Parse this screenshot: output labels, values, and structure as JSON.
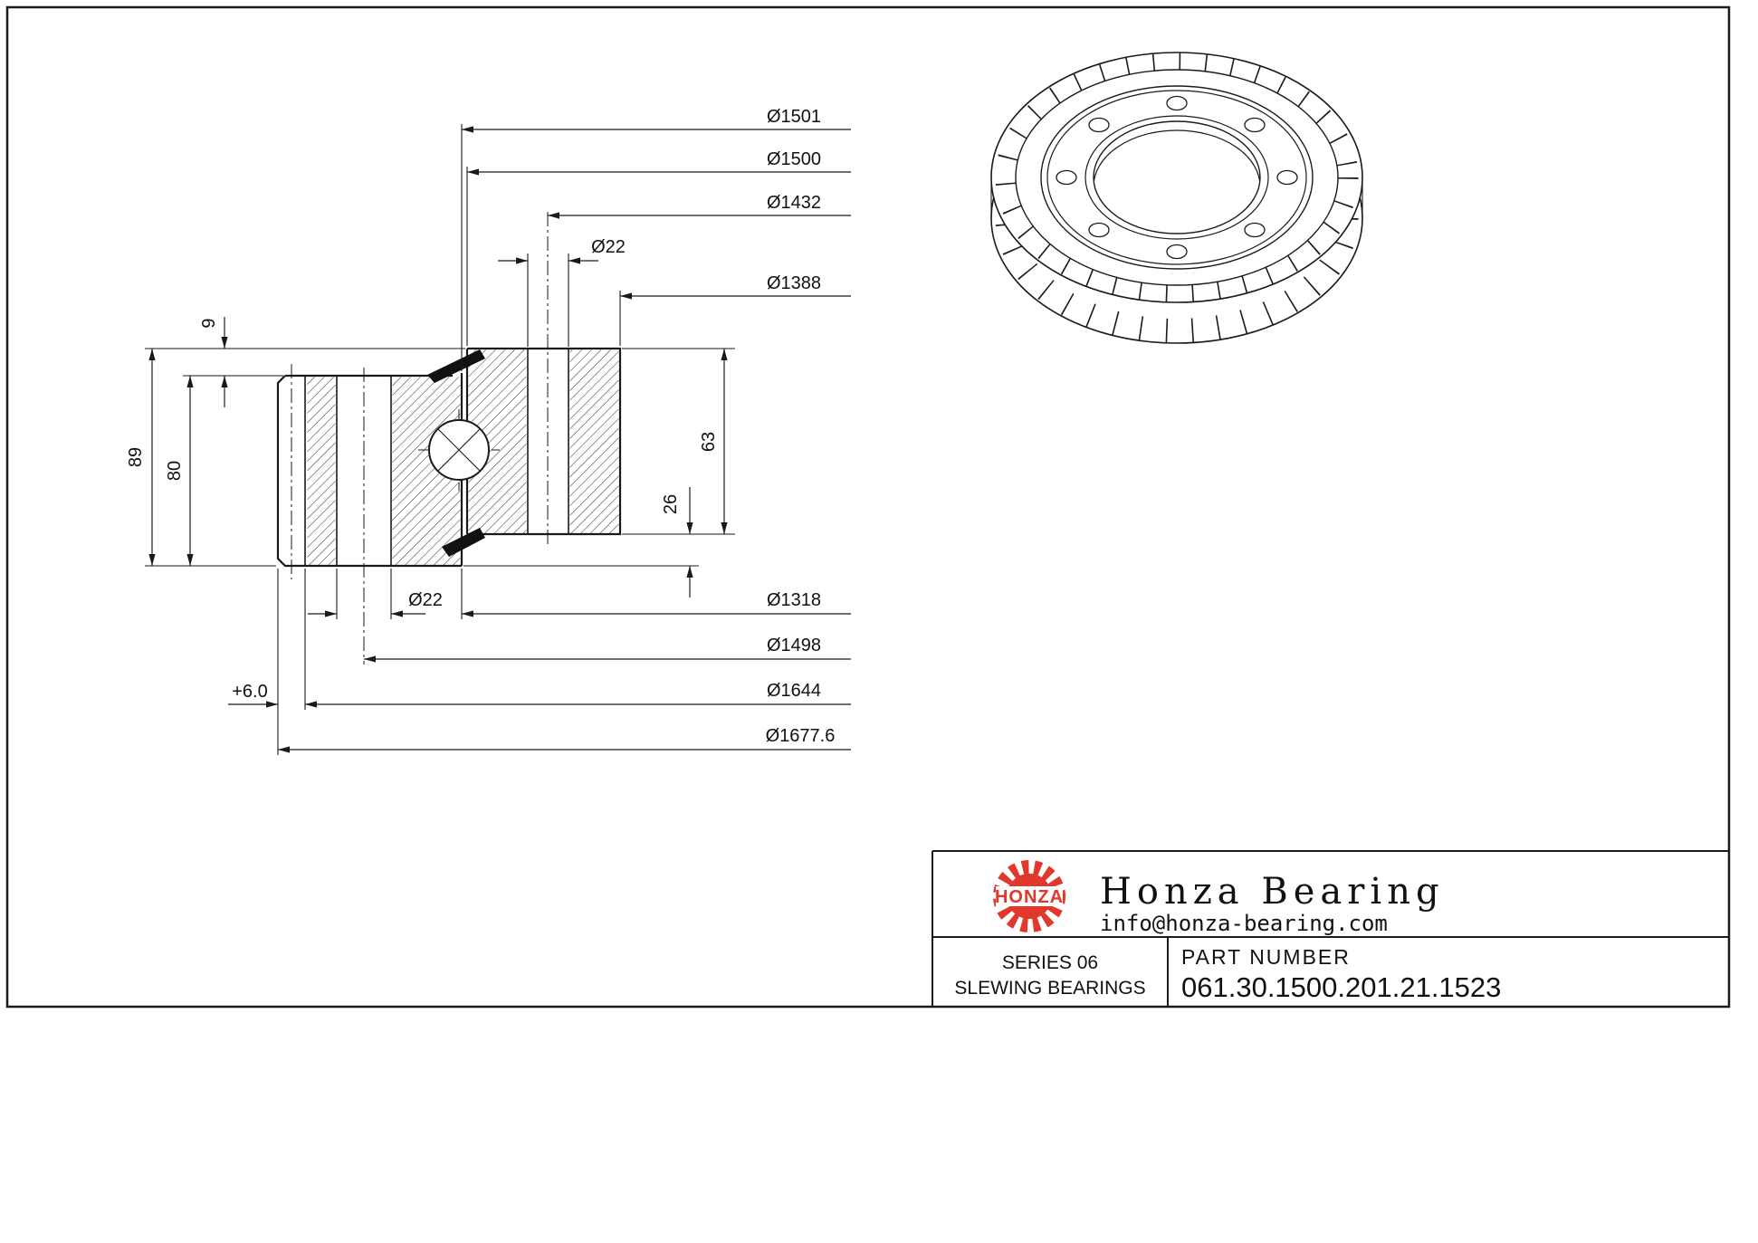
{
  "dims": {
    "d1501": "Ø1501",
    "d1500": "Ø1500",
    "d1432": "Ø1432",
    "d22top": "Ø22",
    "d1388": "Ø1388",
    "d22bot": "Ø22",
    "d1318": "Ø1318",
    "d1498": "Ø1498",
    "d1644": "Ø1644",
    "d16776": "Ø1677.6",
    "plus6": "+6.0",
    "h9": "9",
    "h89": "89",
    "h80": "80",
    "h63": "63",
    "h26": "26"
  },
  "title_block": {
    "logo_text": "HONZA",
    "company_name": "Honza Bearing",
    "email": "info@honza-bearing.com",
    "series_label": "SERIES 06",
    "series_sublabel": "SLEWING BEARINGS",
    "part_number_label": "PART NUMBER",
    "part_number": "061.30.1500.201.21.1523"
  },
  "colors": {
    "line": "#1a1a1a",
    "logo_red": "#e2372b"
  }
}
